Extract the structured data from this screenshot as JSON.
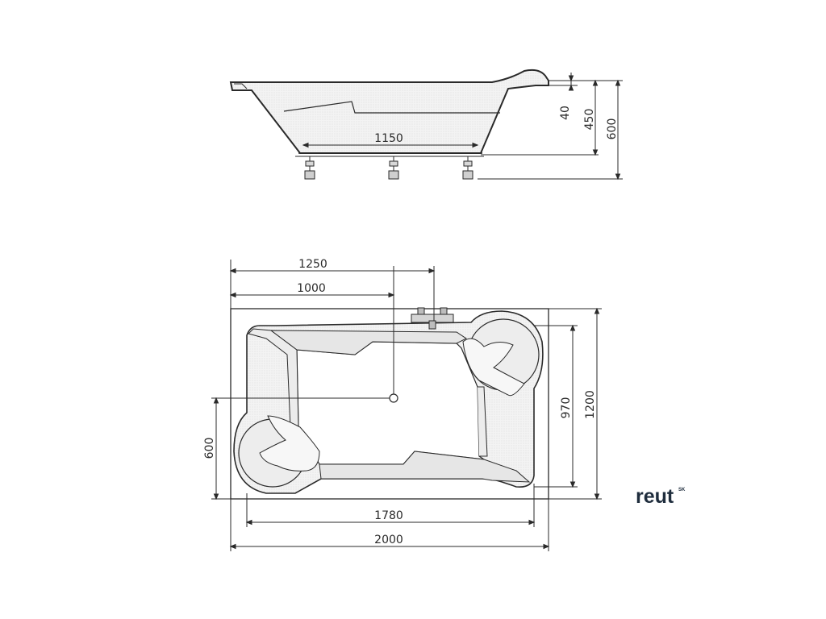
{
  "side_view": {
    "dims": {
      "inner_length": "1150",
      "rim": "40",
      "depth": "450",
      "total_height": "600"
    }
  },
  "top_view": {
    "dims": {
      "drain_offset": "1250",
      "center_offset": "1000",
      "inner_length": "1780",
      "total_length": "2000",
      "inner_width": "970",
      "total_width": "1200",
      "headrest_offset": "600"
    }
  },
  "brand": {
    "name": "reut",
    "suffix": "SK",
    "color": "#1f2d3d"
  },
  "colors": {
    "line": "#2a2a2a",
    "fill_shade": "#ececec"
  }
}
